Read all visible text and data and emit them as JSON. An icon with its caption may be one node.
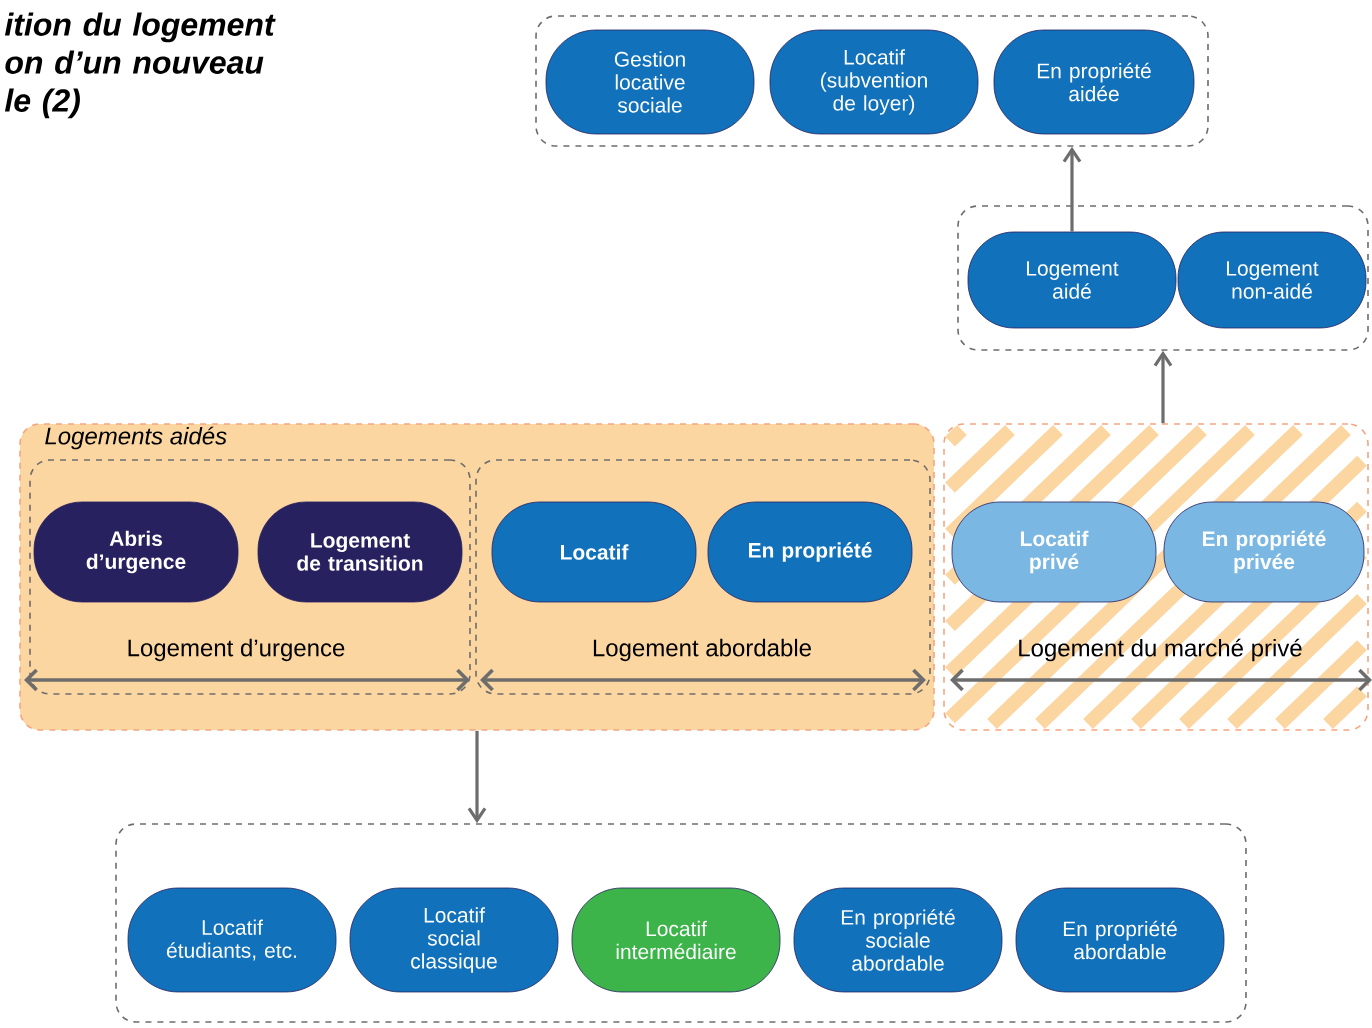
{
  "diagram": {
    "title": "ition du logement on d’un nouveau le (2)",
    "nodes": [
      {
        "text": [],
        "shape": "box"
      },
      {
        "text": [
          "Gestion locative sociale"
        ],
        "in": 0
      },
      {
        "text": [
          "Locatif (subvention de loyer)"
        ],
        "in": 0
      },
      {
        "text": [
          "En propriété aidée"
        ],
        "in": 0
      },
      {
        "text": [],
        "shape": "box"
      },
      {
        "text": [
          "Logement aidé"
        ],
        "in": 4
      },
      {
        "text": [
          "Logement non-aidé"
        ],
        "in": 4
      },
      {
        "text": [
          "Logements aidés"
        ]
      },
      {
        "text": [
          "Logement d’urgence"
        ],
        "in": 7
      },
      {
        "text": [
          "Abris d’urgence"
        ],
        "in": 8
      },
      {
        "text": [
          "Logement de transition"
        ],
        "in": 8
      },
      {
        "text": [
          "Logement abordable"
        ],
        "in": 7
      },
      {
        "text": [
          "Locatif"
        ],
        "in": 11
      },
      {
        "text": [
          "En propriété"
        ],
        "in": 11
      },
      {
        "text": [
          "Logement du marché privé"
        ]
      },
      {
        "text": [
          "Locatif privé"
        ],
        "in": 14
      },
      {
        "text": [
          "En propriété privée"
        ],
        "in": 14
      },
      {
        "text": [],
        "shape": "box"
      },
      {
        "text": [
          "Locatif étudiants, etc."
        ],
        "in": 17
      },
      {
        "text": [
          "Locatif social classique"
        ],
        "in": 17
      },
      {
        "text": [
          "Locatif intermédiaire"
        ],
        "in": 17
      },
      {
        "text": [
          "En propriété sociale abordable"
        ],
        "in": 17
      },
      {
        "text": [
          "En propriété abordable"
        ],
        "in": 17
      }
    ],
    "edges": [
      {
        "from": 5,
        "to": 0,
        "arrow": "to"
      },
      {
        "from": 14,
        "to": 4,
        "arrow": "to"
      },
      {
        "from": 7,
        "to": 17,
        "arrow": "to"
      }
    ]
  }
}
